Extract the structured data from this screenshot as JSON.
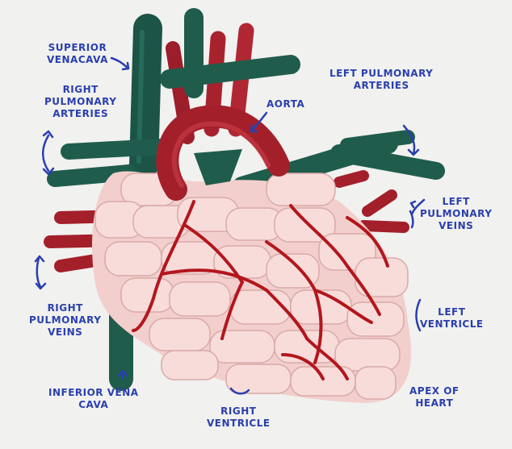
{
  "labels": {
    "superior_vena_cava": [
      "Superior",
      "Venacava"
    ],
    "right_pulmonary_arteries": [
      "Right",
      "Pulmonary",
      "Arteries"
    ],
    "aorta": [
      "Aorta"
    ],
    "left_pulmonary_arteries": [
      "Left Pulmonary",
      "Arteries"
    ],
    "left_pulmonary_veins": [
      "Left",
      "Pulmonary",
      "Veins"
    ],
    "right_pulmonary_veins": [
      "Right",
      "Pulmonary",
      "Veins"
    ],
    "left_ventricle": [
      "Left",
      "Ventricle"
    ],
    "inferior_vena_cava": [
      "Inferior Vena",
      "Cava"
    ],
    "right_ventricle": [
      "Right",
      "Ventricle"
    ],
    "apex_of_heart": [
      "Apex of",
      "Heart"
    ]
  },
  "colors": {
    "ink": "#2a3fae",
    "background": "#f1f1ef",
    "vein_green": "#1f5c4c",
    "artery_red": "#a3202b",
    "marshmallow_pink": "#f2cfcd",
    "licorice_red": "#b3161c"
  }
}
